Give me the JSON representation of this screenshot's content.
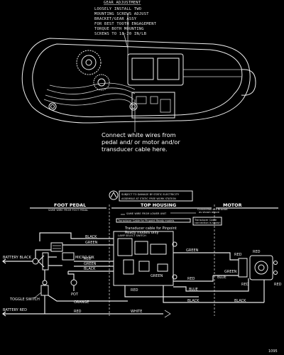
{
  "gear_adjustment": {
    "title": "GEAR ADJUSTMENT",
    "lines": [
      "LOOSELY INSTALL TWO",
      "MOUNTING SCREWS ADJUST",
      "BRACKET/GEAR ASSY",
      "FOR BEST TOOTH ENGAGEMENT",
      "TORQUE BOTH MOUNTING",
      "SCREWS TO 18-20 IN/LB"
    ]
  },
  "connect_note": {
    "lines": [
      "Connect white wires from",
      "pedal and/ or motor and/or",
      "transducer cable here."
    ]
  },
  "static_warning": {
    "line1": "SUBJECT TO DAMAGE BY STATIC ELECTRICITY",
    "line2": "ASSEMBLE AT STATIC FREE WORK STATION"
  },
  "sections": {
    "foot_pedal": "FOOT PEDAL",
    "top_housing": "TOP HOUSING",
    "motor": "MOTOR"
  },
  "notes": {
    "pedal_wire_note": "SAME WIRE FROM FOOT PEDAL",
    "same_wire_note": "SAME WIRE FROM LOWER UNIT",
    "motor_note_1": "Connection is a Bracket",
    "motor_note_2": "as shown above",
    "transducer_1": "Transducer cable for Pinpoint",
    "transducer_2": "Ready models only",
    "transducer_box": "Transducer Cable",
    "transducer_box2": "connection is shown",
    "transducer_inline": "Transducer Cable for Pinpoint Ready models",
    "lamp_switch": "LAMP SELECT SWITCH"
  },
  "wire_labels": {
    "black_top": "BLACK",
    "green_pedal": "GREEN",
    "micro_sw": "MICRO SW.",
    "red_1": "RED",
    "green_2": "GREEN",
    "black_2": "BLACK",
    "battery_black": "BATTERY BLACK",
    "pot": "POT",
    "toggle_switch": "TOGGLE SWITCH",
    "orange": "ORANGE",
    "battery_red": "BATTERY RED",
    "red_bottom": "RED",
    "white_bottom": "WHITE",
    "green_top": "GREEN",
    "red_mid": "RED",
    "green_mid": "GREEN",
    "green_motor": "GREEN",
    "red_motor": "RED",
    "blue_motor": "BLUE",
    "blue_mid": "BLUE",
    "black_mid": "BLACK",
    "red_mid2": "RED",
    "black_right": "BLACK",
    "red_right": "RED",
    "red_top_right": "RED",
    "red_motor_b": "RED"
  },
  "page_number": "1095"
}
